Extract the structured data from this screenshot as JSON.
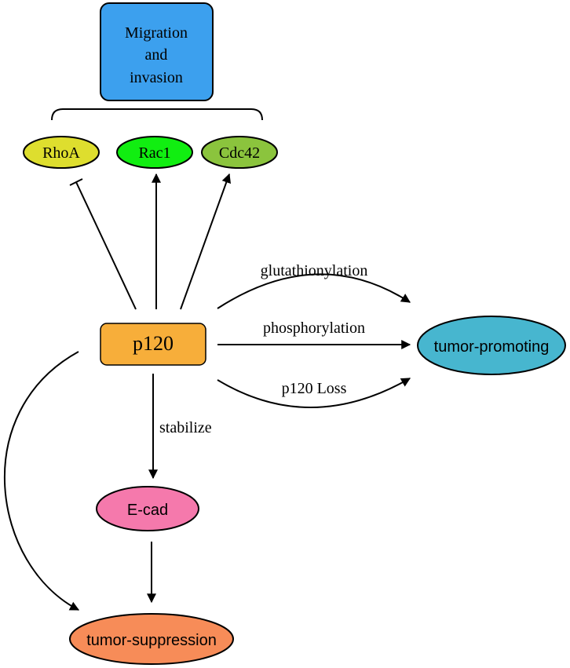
{
  "colors": {
    "migration_box": "#3ca0ee",
    "rhoa": "#dede2e",
    "rac1": "#11ee11",
    "cdc42": "#8bc43d",
    "p120": "#f7ae3a",
    "ecad": "#f579ac",
    "tumor_promoting": "#47b6cf",
    "tumor_suppression": "#f78c58",
    "stroke": "#000000"
  },
  "nodes": {
    "migration": {
      "line1": "Migration",
      "line2": "and",
      "line3": "invasion"
    },
    "rhoa": "RhoA",
    "rac1": "Rac1",
    "cdc42": "Cdc42",
    "p120": "p120",
    "ecad": "E-cad",
    "tumor_promoting": "tumor-promoting",
    "tumor_suppression": "tumor-suppression"
  },
  "edges": {
    "glutathionylation": "glutathionylation",
    "phosphorylation": "phosphorylation",
    "p120_loss": "p120 Loss",
    "stabilize": "stabilize"
  }
}
